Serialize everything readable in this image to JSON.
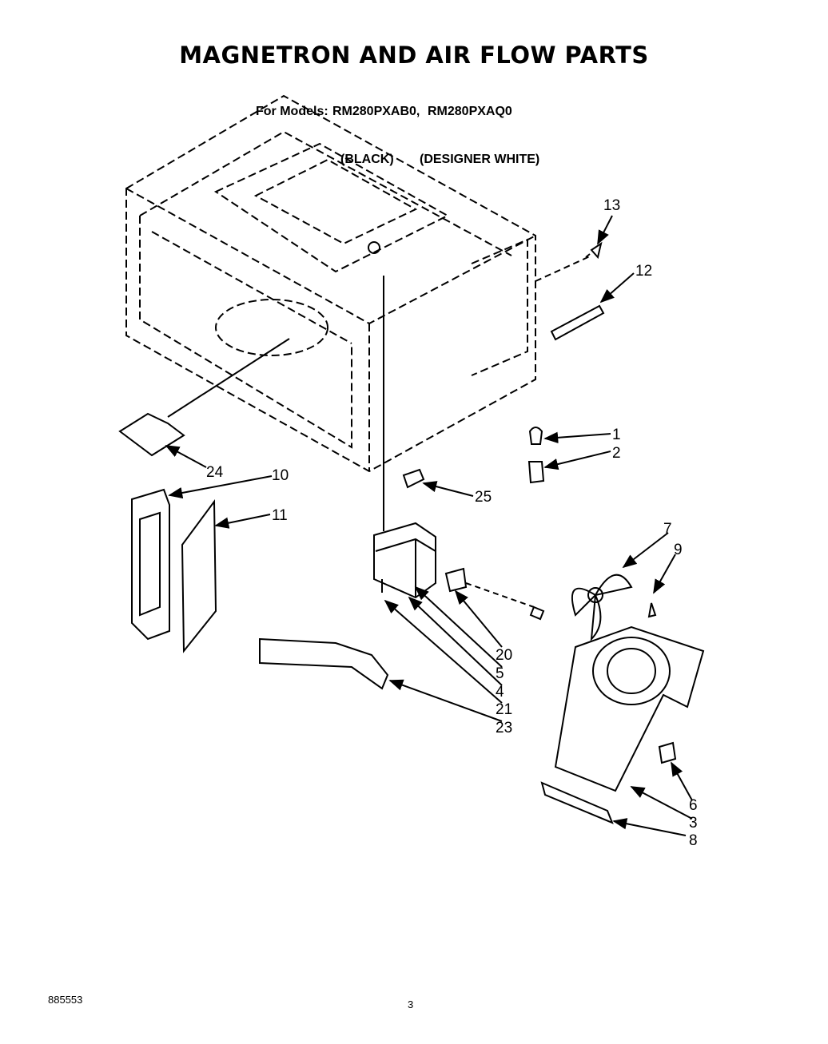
{
  "title": "MAGNETRON AND AIR FLOW PARTS",
  "models": {
    "prefix": "For Models:",
    "model1": "RM280PXAB0,",
    "model2": "RM280PXAQ0",
    "color1": "(BLACK)",
    "color2": "(DESIGNER WHITE)"
  },
  "callouts": [
    "13",
    "12",
    "1",
    "2",
    "24",
    "10",
    "25",
    "11",
    "7",
    "9",
    "20",
    "5",
    "4",
    "21",
    "23",
    "6",
    "3",
    "8"
  ],
  "footer": {
    "doc_number": "885553",
    "page": "3"
  }
}
